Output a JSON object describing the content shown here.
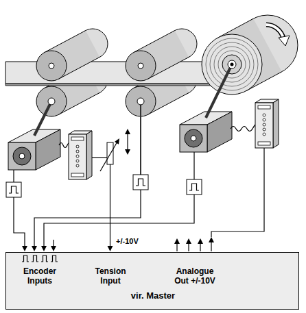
{
  "diagram": {
    "nodes": [
      {
        "text": [
          "Encoder Inputs",
          "Tension Input",
          "Analogue Out +/-10V",
          "vir. Master"
        ]
      }
    ],
    "labels": [
      "+/-10V"
    ]
  }
}
